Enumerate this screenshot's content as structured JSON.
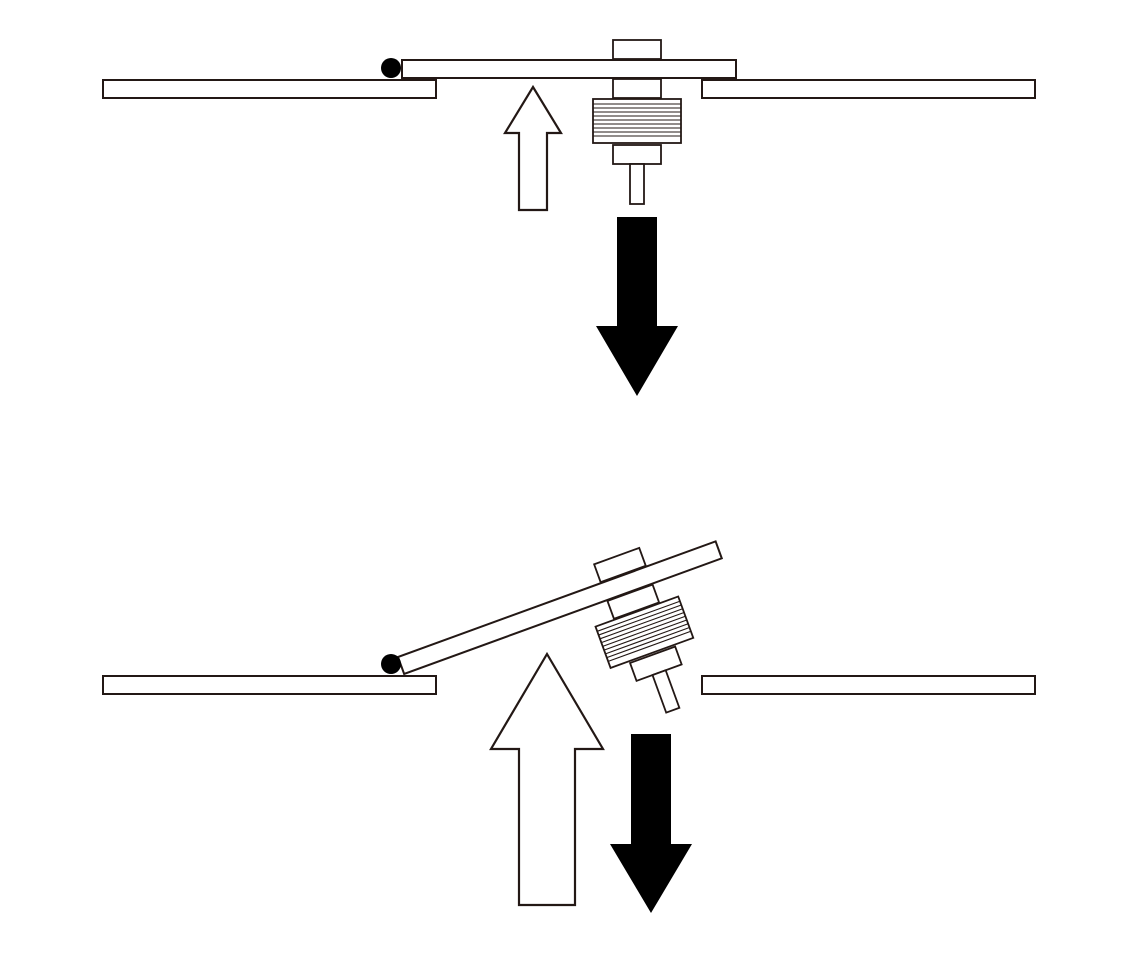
{
  "diagram": {
    "panels": [
      {
        "state": "flap closed",
        "flap_angle_deg": 0,
        "parts": [
          "left-plate-icon",
          "right-plate-icon",
          "hinge-pin-icon",
          "flap-icon",
          "spring-valve-assembly-icon",
          "upward-pressure-arrow-icon",
          "downward-force-arrow-icon"
        ]
      },
      {
        "state": "flap open",
        "flap_angle_deg": -20,
        "parts": [
          "left-plate-icon",
          "right-plate-icon",
          "hinge-pin-icon",
          "flap-icon",
          "spring-valve-assembly-icon",
          "upward-pressure-arrow-icon",
          "downward-force-arrow-icon"
        ]
      }
    ],
    "colors": {
      "stroke": "#231815",
      "fill": "#ffffff",
      "solid": "#000000"
    }
  }
}
